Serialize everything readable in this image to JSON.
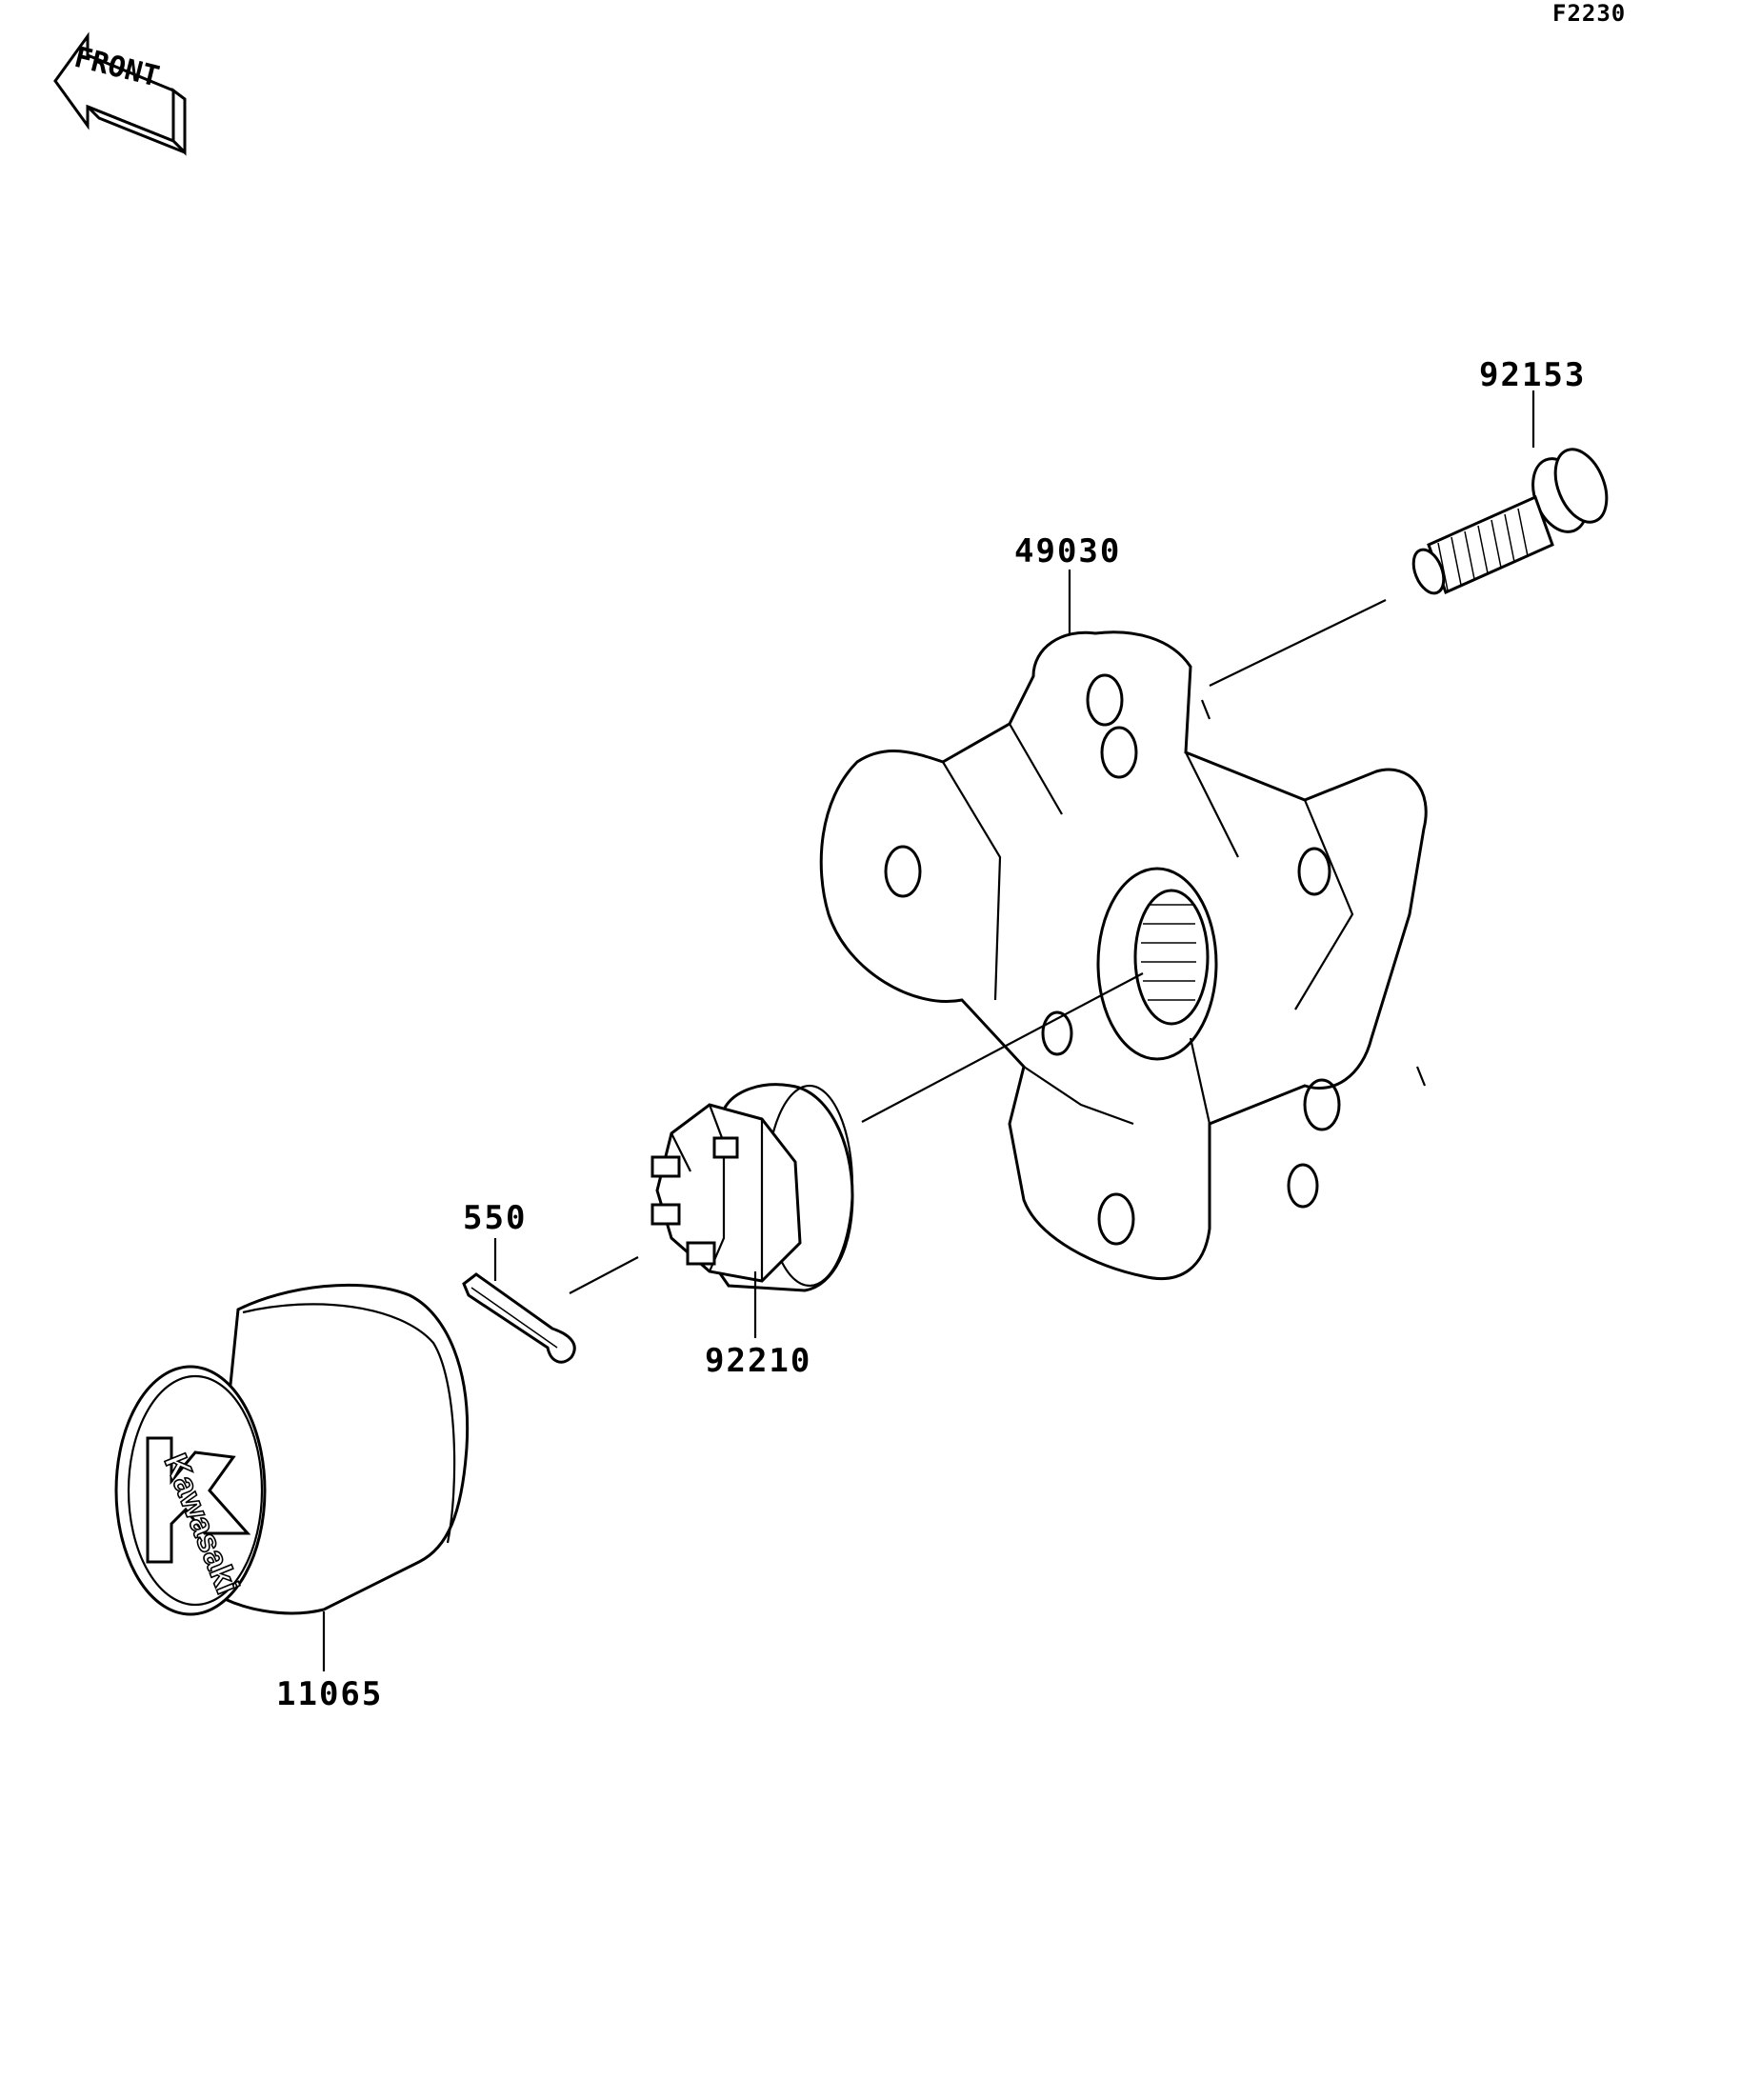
{
  "figure_code": "F2230",
  "front_arrow": {
    "label": "FRONT"
  },
  "parts": [
    {
      "id": "bolt",
      "number": "92153"
    },
    {
      "id": "hub",
      "number": "49030"
    },
    {
      "id": "cotter-pin",
      "number": "550"
    },
    {
      "id": "castle-nut",
      "number": "92210"
    },
    {
      "id": "hub-cap",
      "number": "11065"
    }
  ],
  "logo": {
    "text": "Kawasaki"
  }
}
